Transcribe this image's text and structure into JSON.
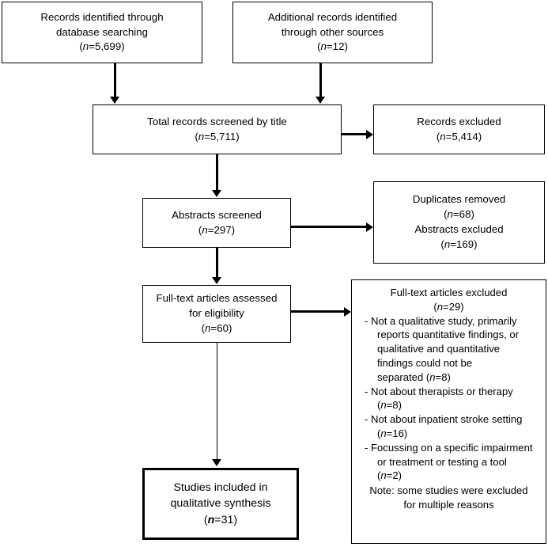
{
  "diagram": {
    "type": "prisma-flow-diagram",
    "title": "PRISMA study selection flow diagram",
    "colors": {
      "stroke": "#000000",
      "background": "#ffffff",
      "text": "#000000"
    }
  },
  "boxes": {
    "identified_database": {
      "name": "records-identified-database",
      "lines": [
        "Records identified through",
        "database searching",
        "(n=5,699)"
      ],
      "count_label": "n=5,699",
      "count": 5699
    },
    "identified_other": {
      "name": "records-identified-other-sources",
      "lines": [
        "Additional records identified",
        "through other sources",
        "(n=12)"
      ],
      "count_label": "n=12",
      "count": 12
    },
    "screened_title": {
      "name": "total-records-screened-by-title",
      "lines": [
        "Total records screened by title",
        "(n=5,711)"
      ],
      "count_label": "n=5,711",
      "count": 5711
    },
    "records_excluded": {
      "name": "records-excluded",
      "lines": [
        "Records excluded",
        "(n=5,414)"
      ],
      "count_label": "n=5,414",
      "count": 5414
    },
    "abstracts_screened": {
      "name": "abstracts-screened",
      "lines": [
        "Abstracts screened",
        "(n=297)"
      ],
      "count_label": "n=297",
      "count": 297
    },
    "duplicates_abstracts_excluded": {
      "name": "duplicates-removed-and-abstracts-excluded",
      "lines": [
        "Duplicates removed",
        "(n=68)",
        "Abstracts excluded",
        "(n=169)"
      ],
      "duplicates_removed": 68,
      "abstracts_excluded": 169
    },
    "fulltext_assessed": {
      "name": "full-text-articles-assessed",
      "lines": [
        "Full-text articles assessed",
        "for eligibility",
        "(n=60)"
      ],
      "count_label": "n=60",
      "count": 60
    },
    "fulltext_excluded": {
      "name": "full-text-articles-excluded",
      "heading": "Full-text articles excluded",
      "heading_count": "(n=29)",
      "count": 29,
      "reasons": [
        {
          "text": "- Not a qualitative study, primarily reports quantitative findings, or qualitative and quantitative findings could not be separated (n=8)",
          "n": 8
        },
        {
          "text": "- Not about therapists or therapy (n=8)",
          "n": 8
        },
        {
          "text": "- Not about inpatient stroke setting (n=16)",
          "n": 16
        },
        {
          "text": "- Focussing on a specific impairment or treatment or testing a tool (n=2)",
          "n": 2
        }
      ],
      "note": "Note: some studies were excluded for multiple reasons"
    },
    "included": {
      "name": "studies-included-qualitative-synthesis",
      "lines": [
        "Studies included in",
        "qualitative synthesis",
        "(n=31)"
      ],
      "count_label": "n=31",
      "count": 31,
      "emphasis": "bold-border"
    }
  },
  "connectors": [
    {
      "name": "arrow-database-to-screened",
      "from": "identified_database",
      "to": "screened_title",
      "direction": "down"
    },
    {
      "name": "arrow-other-to-screened",
      "from": "identified_other",
      "to": "screened_title",
      "direction": "down"
    },
    {
      "name": "arrow-screened-to-records-excluded",
      "from": "screened_title",
      "to": "records_excluded",
      "direction": "right"
    },
    {
      "name": "arrow-screened-to-abstracts",
      "from": "screened_title",
      "to": "abstracts_screened",
      "direction": "down"
    },
    {
      "name": "arrow-abstracts-to-duplicates",
      "from": "abstracts_screened",
      "to": "duplicates_abstracts_excluded",
      "direction": "right"
    },
    {
      "name": "arrow-abstracts-to-fulltext",
      "from": "abstracts_screened",
      "to": "fulltext_assessed",
      "direction": "down"
    },
    {
      "name": "arrow-fulltext-to-excluded",
      "from": "fulltext_assessed",
      "to": "fulltext_excluded",
      "direction": "right"
    },
    {
      "name": "arrow-fulltext-to-included",
      "from": "fulltext_assessed",
      "to": "included",
      "direction": "down"
    }
  ]
}
